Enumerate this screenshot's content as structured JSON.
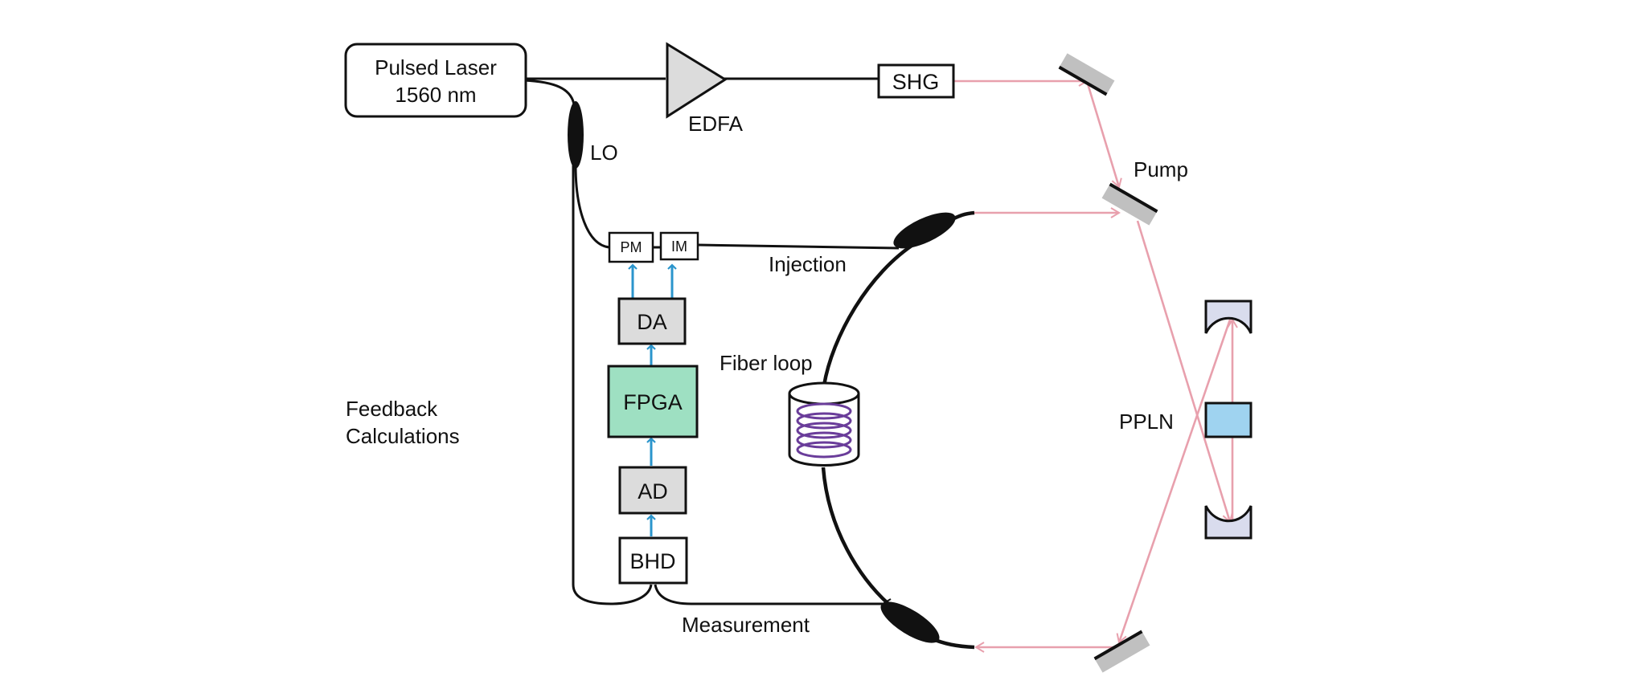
{
  "components": {
    "laser_line1": "Pulsed Laser",
    "laser_line2": "1560 nm",
    "edfa": "EDFA",
    "shg": "SHG",
    "lo": "LO",
    "pump": "Pump",
    "pm": "PM",
    "im": "IM",
    "injection": "Injection",
    "da": "DA",
    "fpga": "FPGA",
    "ad": "AD",
    "bhd": "BHD",
    "fiber_loop": "Fiber loop",
    "ppln": "PPLN",
    "measurement": "Measurement",
    "feedback_line1": "Feedback",
    "feedback_line2": "Calculations"
  },
  "colors": {
    "pump_beam": "#e8a0ad",
    "electrical_arrow": "#2b95cc",
    "fpga_fill": "#9ee0c2",
    "processor_fill": "#dcdcdc",
    "ppln_fill": "#9fd3f0",
    "mirror_fill": "#c0c0c0",
    "cavity_mirror_fill": "#d9dced",
    "coil": "#6a3d9a"
  }
}
